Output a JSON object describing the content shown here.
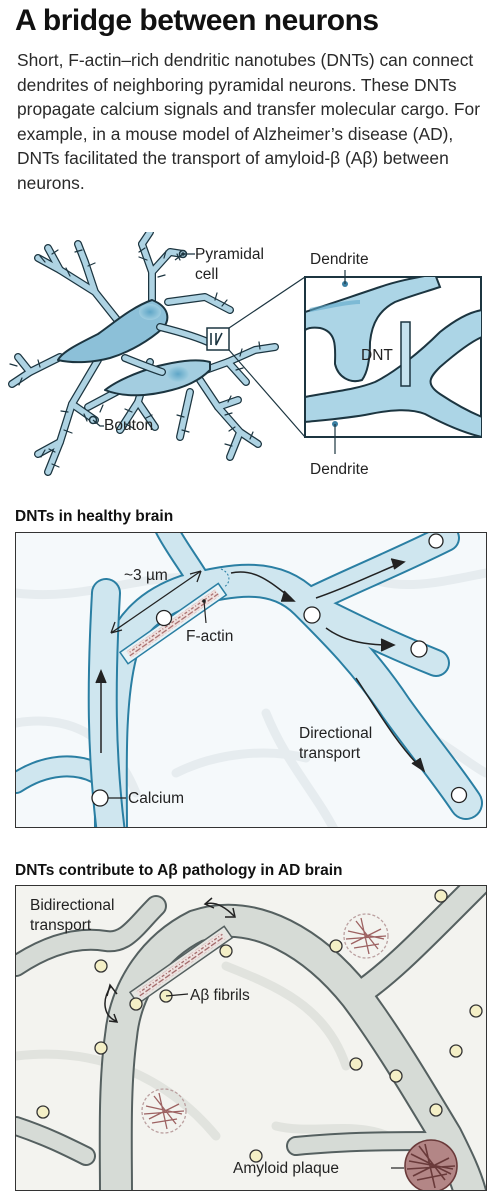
{
  "title": "A bridge between neurons",
  "intro": "Short, F-actin–rich dendritic nanotubes (DNTs) can connect dendrites of neighboring pyramidal neurons. These DNTs propagate calcium signals and transfer molecular cargo. For example, in a mouse model of Alzheimer’s disease (AD), DNTs facilitated the transport of amyloid-β (Aβ) between neurons.",
  "overview": {
    "pyramidal_cell_1": "Pyramidal",
    "pyramidal_cell_2": "cell",
    "bouton": "Bouton",
    "dendrite_top": "Dendrite",
    "dnt": "DNT",
    "dendrite_bottom": "Dendrite"
  },
  "healthy": {
    "heading": "DNTs in healthy brain",
    "length": "~3 µm",
    "factin": "F-actin",
    "directional_1": "Directional",
    "directional_2": "transport",
    "calcium": "Calcium"
  },
  "ad": {
    "heading": "DNTs contribute to Aβ pathology in AD brain",
    "bidirectional_1": "Bidirectional",
    "bidirectional_2": "transport",
    "fibrils": "Aβ fibrils",
    "plaque": "Amyloid plaque"
  },
  "colors": {
    "healthy_fill": "#cfe6ef",
    "healthy_outline": "#2a7fa3",
    "ad_fill": "#d6dbd6",
    "ad_outline": "#556060",
    "cell_body": "#7fb9d2",
    "fibril": "#b37a7a",
    "vesicle_ad": "#f4efc6"
  }
}
